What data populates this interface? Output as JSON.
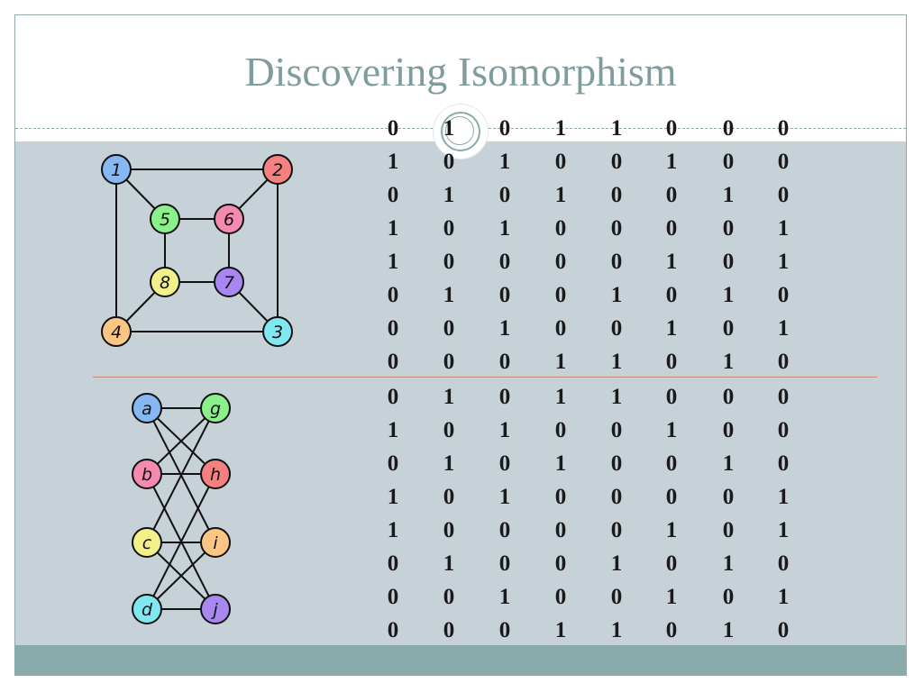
{
  "title": "Discovering Isomorphism",
  "colors": {
    "title": "#7f9d9d",
    "content_bg": "#c6d1d8",
    "footer_bg": "#8aabab",
    "separator": "#c98b6f"
  },
  "graph1": {
    "nodes": [
      {
        "label": "1",
        "color": "#86b8f3"
      },
      {
        "label": "2",
        "color": "#f58080"
      },
      {
        "label": "3",
        "color": "#7fe8f0"
      },
      {
        "label": "4",
        "color": "#fbc684"
      },
      {
        "label": "5",
        "color": "#8af089"
      },
      {
        "label": "6",
        "color": "#f58ab0"
      },
      {
        "label": "7",
        "color": "#a887f0"
      },
      {
        "label": "8",
        "color": "#f3f08a"
      }
    ],
    "edges": [
      [
        1,
        2
      ],
      [
        2,
        3
      ],
      [
        3,
        4
      ],
      [
        4,
        1
      ],
      [
        1,
        5
      ],
      [
        2,
        6
      ],
      [
        3,
        7
      ],
      [
        4,
        8
      ],
      [
        5,
        6
      ],
      [
        6,
        7
      ],
      [
        7,
        8
      ],
      [
        8,
        5
      ]
    ]
  },
  "graph2": {
    "nodes": [
      {
        "label": "a",
        "color": "#86b8f3"
      },
      {
        "label": "b",
        "color": "#f58ab0"
      },
      {
        "label": "c",
        "color": "#f3f08a"
      },
      {
        "label": "d",
        "color": "#7fe8f0"
      },
      {
        "label": "g",
        "color": "#8af089"
      },
      {
        "label": "h",
        "color": "#f58080"
      },
      {
        "label": "i",
        "color": "#fbc684"
      },
      {
        "label": "j",
        "color": "#a887f0"
      }
    ],
    "edges": [
      [
        "a",
        "g"
      ],
      [
        "a",
        "h"
      ],
      [
        "a",
        "i"
      ],
      [
        "b",
        "g"
      ],
      [
        "b",
        "h"
      ],
      [
        "b",
        "j"
      ],
      [
        "c",
        "g"
      ],
      [
        "c",
        "i"
      ],
      [
        "c",
        "j"
      ],
      [
        "d",
        "h"
      ],
      [
        "d",
        "i"
      ],
      [
        "d",
        "j"
      ]
    ]
  },
  "matrix1": [
    [
      "0",
      "1",
      "0",
      "1",
      "1",
      "0",
      "0",
      "0"
    ],
    [
      "1",
      "0",
      "1",
      "0",
      "0",
      "1",
      "0",
      "0"
    ],
    [
      "0",
      "1",
      "0",
      "1",
      "0",
      "0",
      "1",
      "0"
    ],
    [
      "1",
      "0",
      "1",
      "0",
      "0",
      "0",
      "0",
      "1"
    ],
    [
      "1",
      "0",
      "0",
      "0",
      "0",
      "1",
      "0",
      "1"
    ],
    [
      "0",
      "1",
      "0",
      "0",
      "1",
      "0",
      "1",
      "0"
    ],
    [
      "0",
      "0",
      "1",
      "0",
      "0",
      "1",
      "0",
      "1"
    ],
    [
      "0",
      "0",
      "0",
      "1",
      "1",
      "0",
      "1",
      "0"
    ]
  ],
  "matrix2": [
    [
      "0",
      "1",
      "0",
      "1",
      "1",
      "0",
      "0",
      "0"
    ],
    [
      "1",
      "0",
      "1",
      "0",
      "0",
      "1",
      "0",
      "0"
    ],
    [
      "0",
      "1",
      "0",
      "1",
      "0",
      "0",
      "1",
      "0"
    ],
    [
      "1",
      "0",
      "1",
      "0",
      "0",
      "0",
      "0",
      "1"
    ],
    [
      "1",
      "0",
      "0",
      "0",
      "0",
      "1",
      "0",
      "1"
    ],
    [
      "0",
      "1",
      "0",
      "0",
      "1",
      "0",
      "1",
      "0"
    ],
    [
      "0",
      "0",
      "1",
      "0",
      "0",
      "1",
      "0",
      "1"
    ],
    [
      "0",
      "0",
      "0",
      "1",
      "1",
      "0",
      "1",
      "0"
    ]
  ]
}
